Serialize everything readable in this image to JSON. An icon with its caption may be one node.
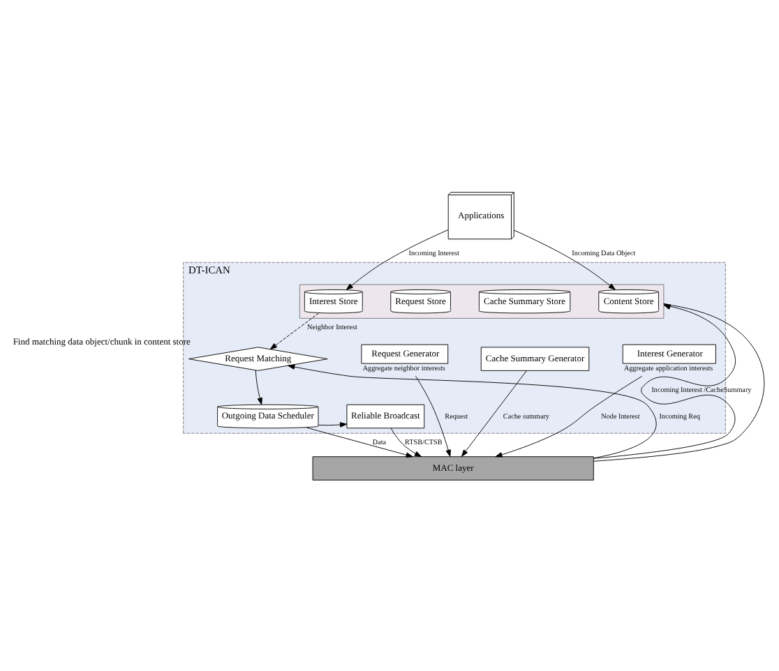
{
  "diagram": {
    "nodes": [
      {
        "text": [
          "Applications"
        ]
      },
      {
        "text": [
          "DT-ICAN"
        ]
      },
      {
        "text": [],
        "shape": "box",
        "in": 1
      },
      {
        "text": [
          "Content Store"
        ],
        "in": 2
      },
      {
        "text": [
          "Cache Summary Store"
        ],
        "in": 2
      },
      {
        "text": [
          "Request Store"
        ],
        "in": 2
      },
      {
        "text": [
          "Interest Store"
        ],
        "in": 2
      },
      {
        "text": [
          "Interest Generator"
        ],
        "in": 1,
        "beside": [
          "Aggregate application interests"
        ]
      },
      {
        "text": [
          "Cache Summary Generator"
        ],
        "in": 1
      },
      {
        "text": [
          "Request Generator"
        ],
        "in": 1,
        "beside": [
          "Aggregate neighbor interests"
        ]
      },
      {
        "text": [
          "Request Matching"
        ],
        "in": 1,
        "beside": [
          "Find matching data object/chunk in content store"
        ]
      },
      {
        "text": [
          "Reliable Broadcast"
        ],
        "in": 1
      },
      {
        "text": [
          "Outgoing Data Scheduler"
        ],
        "in": 1
      },
      {
        "text": [
          "MAC layer"
        ]
      }
    ],
    "edges": [
      {
        "from": 0,
        "to": 3,
        "arrow": "to",
        "label": "Incoming Data Object"
      },
      {
        "from": 0,
        "to": 6,
        "arrow": "to",
        "label": "Incoming Interest"
      },
      {
        "from": 6,
        "to": 10,
        "arrow": "to",
        "label": "Neighbor Interest",
        "style": "dashed"
      },
      {
        "from": 10,
        "to": 12,
        "arrow": "to"
      },
      {
        "from": 12,
        "to": 11,
        "arrow": "to"
      },
      {
        "from": 7,
        "to": 13,
        "arrow": "to",
        "label": "Node Interest"
      },
      {
        "from": 8,
        "to": 13,
        "arrow": "to",
        "label": "Cache summary"
      },
      {
        "from": 9,
        "to": 13,
        "arrow": "to",
        "label": "Request"
      },
      {
        "from": 11,
        "to": 13,
        "arrow": "to",
        "label": "RTSB/CTSB"
      },
      {
        "from": 12,
        "to": 13,
        "arrow": "to",
        "label": "Data"
      },
      {
        "from": 13,
        "to": 2,
        "arrow": "to",
        "label": "Incoming Interest /CacheSummary"
      },
      {
        "from": 13,
        "to": 2,
        "arrow": "to"
      },
      {
        "from": 13,
        "to": 10,
        "arrow": "to",
        "label": "Incoming Req"
      }
    ]
  }
}
